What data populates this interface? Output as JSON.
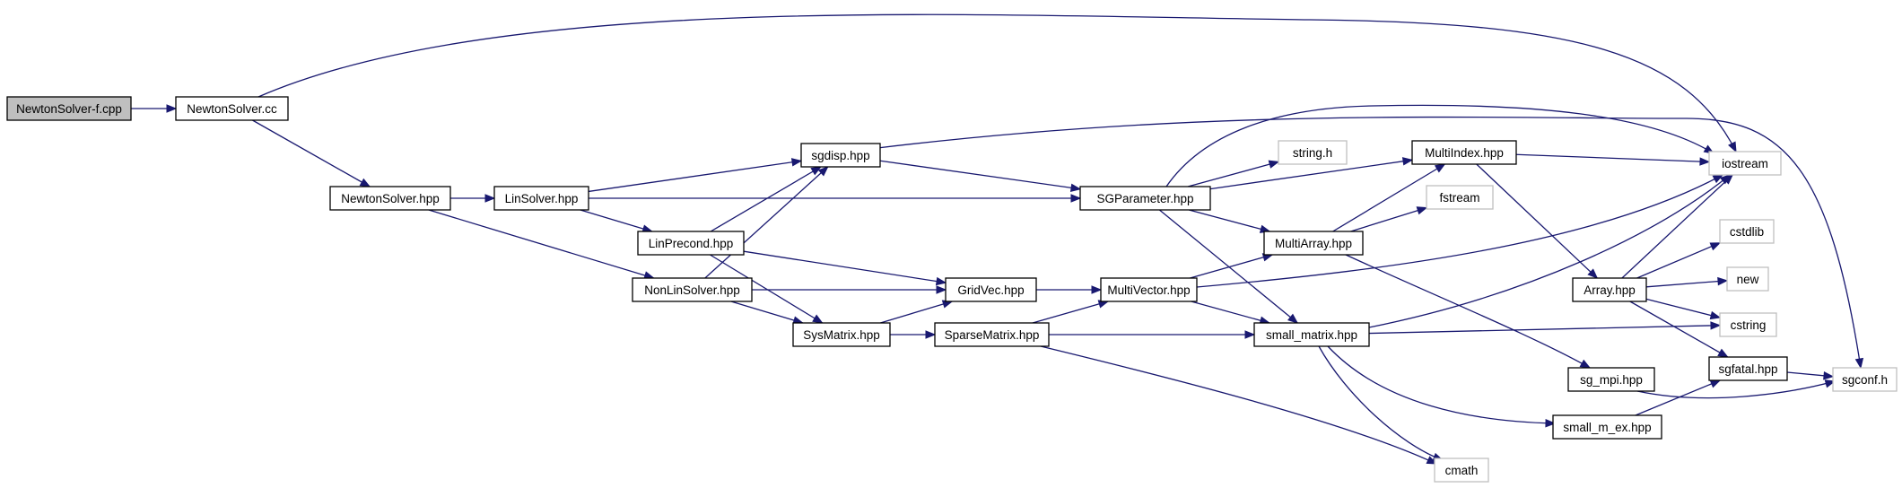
{
  "diagram": {
    "nodes": [
      {
        "id": "n_nsf",
        "label": "NewtonSolver-f.cpp",
        "style": "root"
      },
      {
        "id": "n_nscc",
        "label": "NewtonSolver.cc",
        "style": "normal"
      },
      {
        "id": "n_nshpp",
        "label": "NewtonSolver.hpp",
        "style": "normal"
      },
      {
        "id": "n_lin",
        "label": "LinSolver.hpp",
        "style": "normal"
      },
      {
        "id": "n_sgdisp",
        "label": "sgdisp.hpp",
        "style": "normal"
      },
      {
        "id": "n_linpre",
        "label": "LinPrecond.hpp",
        "style": "normal"
      },
      {
        "id": "n_nonlin",
        "label": "NonLinSolver.hpp",
        "style": "normal"
      },
      {
        "id": "n_sysm",
        "label": "SysMatrix.hpp",
        "style": "normal"
      },
      {
        "id": "n_gridvec",
        "label": "GridVec.hpp",
        "style": "normal"
      },
      {
        "id": "n_sparse",
        "label": "SparseMatrix.hpp",
        "style": "normal"
      },
      {
        "id": "n_sgparam",
        "label": "SGParameter.hpp",
        "style": "normal"
      },
      {
        "id": "n_multivec",
        "label": "MultiVector.hpp",
        "style": "normal"
      },
      {
        "id": "n_string",
        "label": "string.h",
        "style": "external"
      },
      {
        "id": "n_multiarr",
        "label": "MultiArray.hpp",
        "style": "normal"
      },
      {
        "id": "n_multiidx",
        "label": "MultiIndex.hpp",
        "style": "normal"
      },
      {
        "id": "n_fstream",
        "label": "fstream",
        "style": "external"
      },
      {
        "id": "n_smallm",
        "label": "small_matrix.hpp",
        "style": "normal"
      },
      {
        "id": "n_cmath",
        "label": "cmath",
        "style": "external"
      },
      {
        "id": "n_sgmpi",
        "label": "sg_mpi.hpp",
        "style": "normal"
      },
      {
        "id": "n_smallex",
        "label": "small_m_ex.hpp",
        "style": "normal"
      },
      {
        "id": "n_array",
        "label": "Array.hpp",
        "style": "normal"
      },
      {
        "id": "n_iostream",
        "label": "iostream",
        "style": "external"
      },
      {
        "id": "n_cstdlib",
        "label": "cstdlib",
        "style": "external"
      },
      {
        "id": "n_new",
        "label": "new",
        "style": "external"
      },
      {
        "id": "n_cstring",
        "label": "cstring",
        "style": "external"
      },
      {
        "id": "n_sgfatal",
        "label": "sgfatal.hpp",
        "style": "normal"
      },
      {
        "id": "n_sgconf",
        "label": "sgconf.h",
        "style": "external"
      }
    ],
    "edges": [
      {
        "from": "n_nsf",
        "to": "n_nscc"
      },
      {
        "from": "n_nscc",
        "to": "n_iostream"
      },
      {
        "from": "n_nscc",
        "to": "n_nshpp"
      },
      {
        "from": "n_nshpp",
        "to": "n_lin"
      },
      {
        "from": "n_nshpp",
        "to": "n_nonlin"
      },
      {
        "from": "n_lin",
        "to": "n_sgdisp"
      },
      {
        "from": "n_lin",
        "to": "n_sgparam"
      },
      {
        "from": "n_lin",
        "to": "n_linpre"
      },
      {
        "from": "n_sgdisp",
        "to": "n_sgconf"
      },
      {
        "from": "n_sgdisp",
        "to": "n_sgparam"
      },
      {
        "from": "n_linpre",
        "to": "n_sgdisp"
      },
      {
        "from": "n_linpre",
        "to": "n_gridvec"
      },
      {
        "from": "n_linpre",
        "to": "n_sysm"
      },
      {
        "from": "n_nonlin",
        "to": "n_sgdisp"
      },
      {
        "from": "n_nonlin",
        "to": "n_gridvec"
      },
      {
        "from": "n_nonlin",
        "to": "n_sysm"
      },
      {
        "from": "n_sysm",
        "to": "n_gridvec"
      },
      {
        "from": "n_sysm",
        "to": "n_sparse"
      },
      {
        "from": "n_gridvec",
        "to": "n_multivec"
      },
      {
        "from": "n_sparse",
        "to": "n_multivec"
      },
      {
        "from": "n_sparse",
        "to": "n_smallm"
      },
      {
        "from": "n_sparse",
        "to": "n_cmath"
      },
      {
        "from": "n_sgparam",
        "to": "n_iostream"
      },
      {
        "from": "n_sgparam",
        "to": "n_string"
      },
      {
        "from": "n_sgparam",
        "to": "n_multiidx"
      },
      {
        "from": "n_sgparam",
        "to": "n_multiarr"
      },
      {
        "from": "n_sgparam",
        "to": "n_smallm"
      },
      {
        "from": "n_multivec",
        "to": "n_multiarr"
      },
      {
        "from": "n_multivec",
        "to": "n_iostream"
      },
      {
        "from": "n_multivec",
        "to": "n_smallm"
      },
      {
        "from": "n_multiarr",
        "to": "n_multiidx"
      },
      {
        "from": "n_multiarr",
        "to": "n_fstream"
      },
      {
        "from": "n_multiarr",
        "to": "n_sgmpi"
      },
      {
        "from": "n_multiidx",
        "to": "n_iostream"
      },
      {
        "from": "n_multiidx",
        "to": "n_array"
      },
      {
        "from": "n_smallm",
        "to": "n_iostream"
      },
      {
        "from": "n_smallm",
        "to": "n_cstring"
      },
      {
        "from": "n_smallm",
        "to": "n_smallex"
      },
      {
        "from": "n_smallm",
        "to": "n_cmath"
      },
      {
        "from": "n_array",
        "to": "n_iostream"
      },
      {
        "from": "n_array",
        "to": "n_cstdlib"
      },
      {
        "from": "n_array",
        "to": "n_new"
      },
      {
        "from": "n_array",
        "to": "n_cstring"
      },
      {
        "from": "n_array",
        "to": "n_sgfatal"
      },
      {
        "from": "n_sgmpi",
        "to": "n_sgconf"
      },
      {
        "from": "n_smallex",
        "to": "n_sgfatal"
      },
      {
        "from": "n_sgfatal",
        "to": "n_sgconf"
      }
    ],
    "colors": {
      "edge": "#191970",
      "root_fill": "#bfbfbf",
      "node_fill": "#ffffff",
      "node_border": "#000000",
      "external_border": "#bfbfbf"
    }
  }
}
